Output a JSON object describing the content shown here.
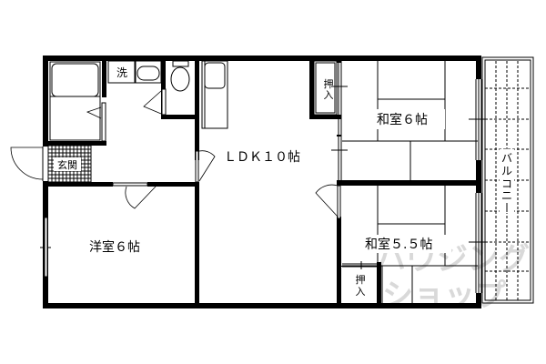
{
  "floorplan": {
    "rooms": [
      {
        "id": "ldk",
        "label": "ＬＤＫ１０帖"
      },
      {
        "id": "washitsu6",
        "label": "和室６帖"
      },
      {
        "id": "washitsu55",
        "label": "和室５.５帖"
      },
      {
        "id": "youshitsu6",
        "label": "洋室６帖"
      }
    ],
    "fixtures": {
      "washer": "洗",
      "entrance": "玄関",
      "closet_top": "押\n入",
      "closet_top_1": "押",
      "closet_top_2": "入",
      "closet_bottom_1": "押",
      "closet_bottom_2": "入",
      "balcony": "バルコニー",
      "balcony_chars": [
        "バ",
        "ル",
        "コ",
        "ニ",
        "ー"
      ]
    },
    "watermark": {
      "line1": "ハウジング",
      "line2": "ショップ"
    },
    "colors": {
      "wall": "#000000",
      "background": "#ffffff",
      "watermark": "#d9d9d9"
    }
  }
}
